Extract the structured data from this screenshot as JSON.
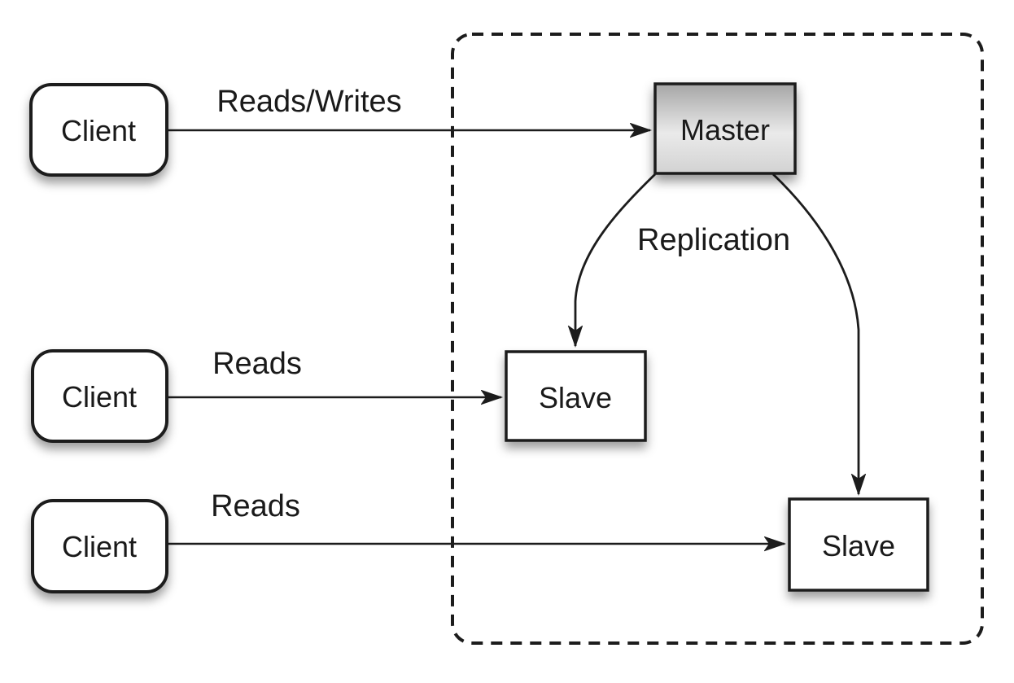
{
  "diagram": {
    "type": "architecture-diagram",
    "colors": {
      "background": "#ffffff",
      "line": "#1c1c1c",
      "text": "#1a1a1a",
      "box-fill": "#ffffff",
      "master-grad-top": "#a6a6a6",
      "master-grad-mid": "#eaeaea",
      "master-grad-bottom": "#d2d2d2"
    },
    "nodes": {
      "client1": {
        "label": "Client"
      },
      "client2": {
        "label": "Client"
      },
      "client3": {
        "label": "Client"
      },
      "master": {
        "label": "Master"
      },
      "slave1": {
        "label": "Slave"
      },
      "slave2": {
        "label": "Slave"
      }
    },
    "edges": {
      "client1_master": {
        "label": "Reads/Writes"
      },
      "client2_slave1": {
        "label": "Reads"
      },
      "client3_slave2": {
        "label": "Reads"
      },
      "replication": {
        "label": "Replication"
      }
    }
  }
}
